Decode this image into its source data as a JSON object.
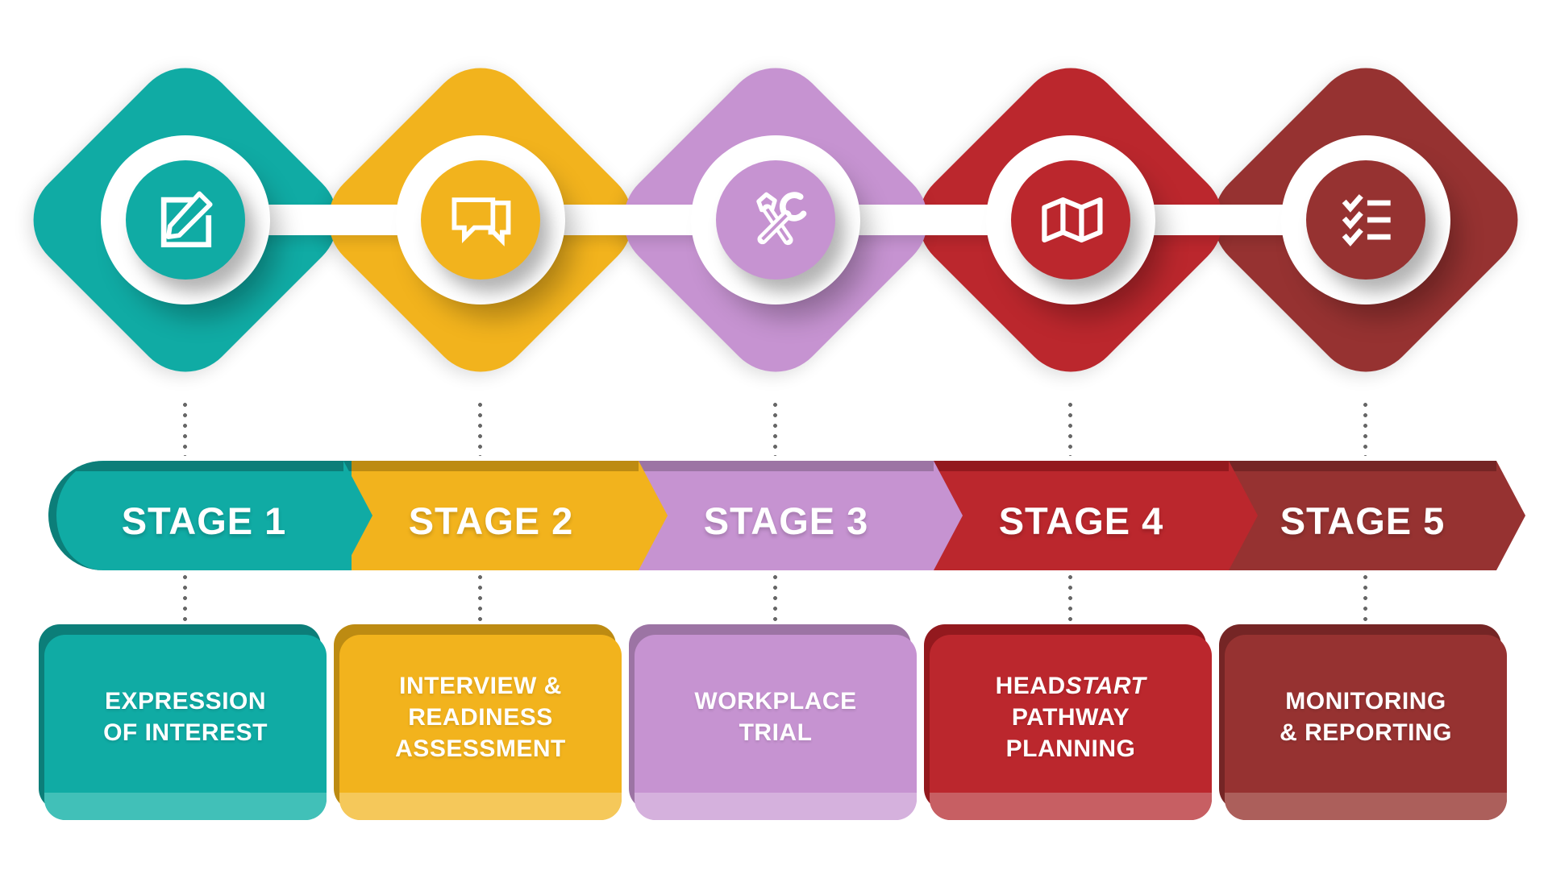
{
  "stages": [
    {
      "banner_label": "STAGE 1",
      "box_label": "EXPRESSION OF INTEREST",
      "box_lines": [
        "EXPRESSION",
        "OF INTEREST"
      ],
      "icon": "edit-note-icon",
      "colors": {
        "main": "#10ABA4",
        "dark": "#0C7E79",
        "light": "#41C0B8"
      }
    },
    {
      "banner_label": "STAGE 2",
      "box_label": "INTERVIEW & READINESS ASSESSMENT",
      "box_lines": [
        "INTERVIEW &",
        "READINESS",
        "ASSESSMENT"
      ],
      "icon": "speech-bubbles-icon",
      "colors": {
        "main": "#F2B31D",
        "dark": "#BD8B12",
        "light": "#F5C85A"
      }
    },
    {
      "banner_label": "STAGE 3",
      "box_label": "WORKPLACE TRIAL",
      "box_lines": [
        "WORKPLACE",
        "TRIAL"
      ],
      "icon": "tools-icon",
      "colors": {
        "main": "#C693D1",
        "dark": "#9C74A4",
        "light": "#D5B1DD"
      }
    },
    {
      "banner_label": "STAGE 4",
      "box_label": "HEADSTART PATHWAY PLANNING",
      "box_lines": [
        {
          "head": "HEAD",
          "start": "START"
        },
        "PATHWAY",
        "PLANNING"
      ],
      "icon": "map-icon",
      "colors": {
        "main": "#BB272D",
        "dark": "#93191E",
        "light": "#C75F63"
      }
    },
    {
      "banner_label": "STAGE 5",
      "box_label": "MONITORING & REPORTING",
      "box_lines": [
        "MONITORING",
        "& REPORTING"
      ],
      "icon": "checklist-icon",
      "colors": {
        "main": "#963231",
        "dark": "#752525",
        "light": "#AC5F5B"
      }
    }
  ],
  "dot_color": "#666666"
}
